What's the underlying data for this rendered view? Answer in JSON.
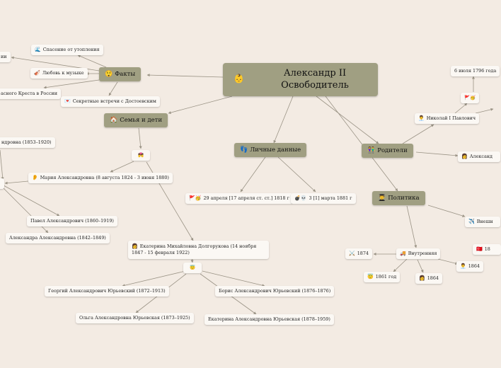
{
  "central": {
    "icon": "👶",
    "title": "Александр II Освободитель"
  },
  "branches": {
    "facts": {
      "icon": "😲",
      "label": "Факты"
    },
    "family": {
      "icon": "🏠",
      "label": "Семья и дети"
    },
    "personal": {
      "icon": "👣",
      "label": "Личные данные"
    },
    "parents": {
      "icon": "👫",
      "label": "Родители"
    },
    "politics": {
      "icon": "👨‍🎓",
      "label": "Политика"
    }
  },
  "facts_items": [
    {
      "icon": "🌊",
      "label": "Спасение от утопления"
    },
    {
      "icon": "",
      "label": "ии"
    },
    {
      "icon": "🎻",
      "label": "Любовь к музыке"
    },
    {
      "icon": "",
      "label": "асного Креста в России"
    },
    {
      "icon": "💌",
      "label": "Секретные встречи с Достоевским"
    }
  ],
  "family_items": {
    "hub1_icon": "💏",
    "maria": {
      "icon": "👂",
      "label": "Мария Александровна (8 августа 1824 - 3 июня 1880)"
    },
    "daughter1": {
      "label": "ндровна (1853–1920)"
    },
    "pavel": {
      "label": "Павел Александрович (1860–1919)"
    },
    "alexandra": {
      "label": "Александра Александровна (1842–1849)"
    },
    "ekaterina": {
      "icon": "👩",
      "label": "Екатерина Михайловна Долгорукова (14 ноября 1847 - 15 февраля 1922)"
    },
    "hub2_icon": "😇",
    "georgiy": {
      "label": "Георгий Александрович Юрьевский (1872–1913)"
    },
    "olga": {
      "label": "Ольга Александровна Юрьевская (1873–1925)"
    },
    "boris": {
      "label": "Борис Александрович Юрьевский (1876–1876)"
    },
    "ekaterina_yu": {
      "label": "Екатерина Александровна Юрьевская (1878–1959)"
    }
  },
  "personal_items": {
    "birth": {
      "icon": "🚩🥳",
      "label": "29 апреля [17 апреля ст. ст.] 1818 г"
    },
    "death": {
      "icon": "💣💀",
      "label": "3 [1] марта 1881 г"
    }
  },
  "parents_items": {
    "birth_date": {
      "label": "6 июля 1796 года"
    },
    "flag_icon": "🚩🥳",
    "nikolay": {
      "icon": "👨‍💼",
      "label": "Николай I Павлович"
    },
    "mother": {
      "icon": "👩",
      "label": "Александ"
    }
  },
  "politics_items": {
    "foreign": {
      "icon": "✈️",
      "label": "Внешн"
    },
    "internal": {
      "icon": "🚚",
      "label": "Внутренняя"
    },
    "y1874": {
      "icon": "⚔️",
      "label": "1874"
    },
    "y1861": {
      "icon": "😇",
      "label": "1861 год"
    },
    "y1864a": {
      "icon": "👩",
      "label": "1864"
    },
    "y1864b": {
      "icon": "👨‍💼",
      "label": "1864"
    },
    "turkey": {
      "icon": "🇹🇷",
      "label": "18"
    }
  },
  "colors": {
    "main_node": "#a09f82",
    "sub_node": "#fbf8f4",
    "background": "#f3ebe3",
    "edge": "#9a9385"
  }
}
